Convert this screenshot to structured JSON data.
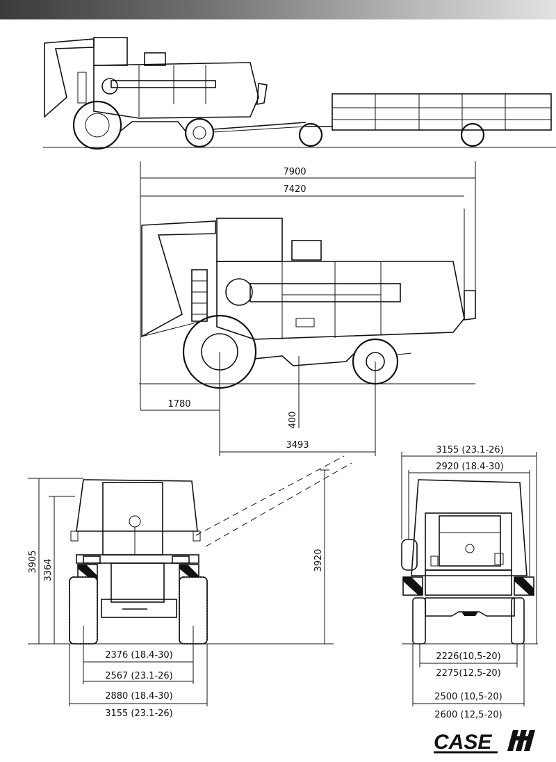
{
  "side_view": {
    "overall_length": "7900",
    "body_length": "7420",
    "front_overhang": "1780",
    "ground_clearance": "400",
    "wheelbase": "3493"
  },
  "front_view": {
    "overall_height": "3905",
    "cab_height": "3364",
    "track_1": "2376 (18.4-30)",
    "track_2": "2567 (23.1-26)",
    "width_1": "2880 (18.4-30)",
    "width_2": "3155 (23.1-26)"
  },
  "unloader": {
    "height": "3920"
  },
  "rear_view": {
    "width_top_1": "3155 (23.1-26)",
    "width_top_2": "2920 (18.4-30)",
    "track_1": "2226(10,5-20)",
    "track_2": "2275(12,5-20)",
    "width_1": "2500 (10,5-20)",
    "width_2": "2600 (12,5-20)"
  },
  "brand": {
    "logo_text": "CASE",
    "logo_mark": "IH"
  }
}
